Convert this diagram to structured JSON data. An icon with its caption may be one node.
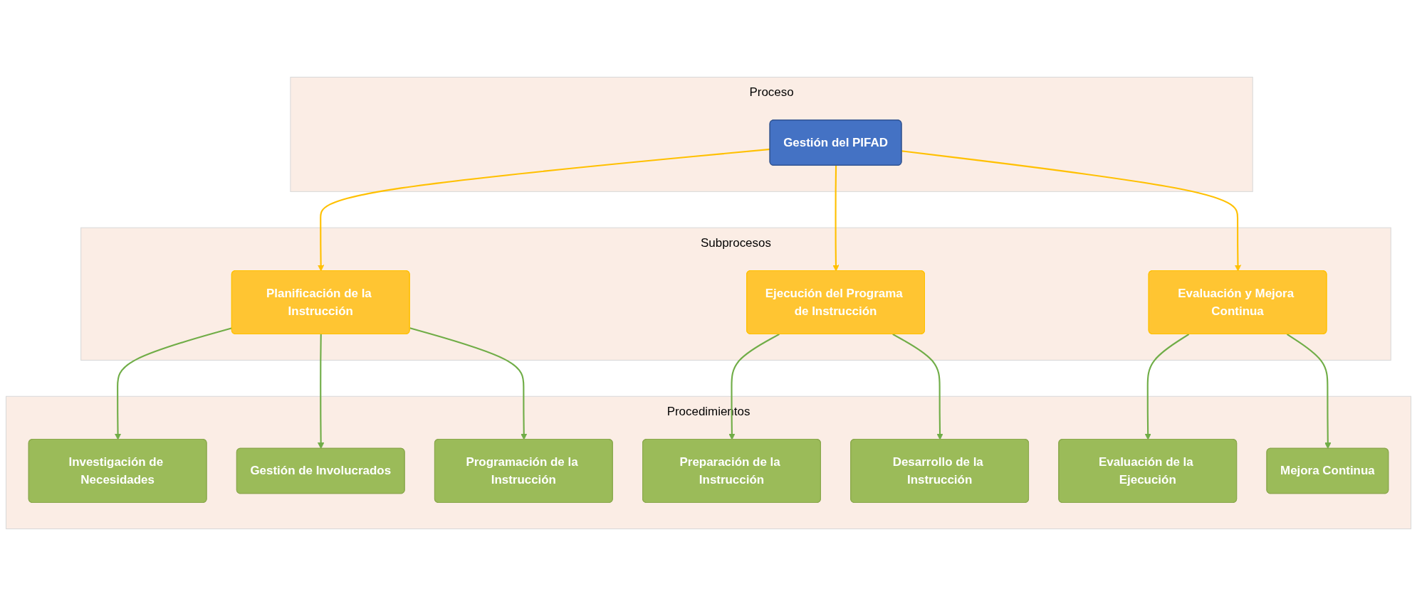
{
  "diagram": {
    "nodes": [
      {
        "text": [
          "Proceso"
        ]
      },
      {
        "text": [
          "Gestión del PIFAD"
        ],
        "in": 0
      },
      {
        "text": [
          "Subprocesos"
        ]
      },
      {
        "text": [
          "Planificación de la Instrucción"
        ],
        "in": 2
      },
      {
        "text": [
          "Ejecución del Programa de Instrucción"
        ],
        "in": 2
      },
      {
        "text": [
          "Evaluación y Mejora Continua"
        ],
        "in": 2
      },
      {
        "text": [
          "Procedimientos"
        ]
      },
      {
        "text": [
          "Investigación de Necesidades"
        ],
        "in": 6
      },
      {
        "text": [
          "Gestión de Involucrados"
        ],
        "in": 6
      },
      {
        "text": [
          "Programación de la Instrucción"
        ],
        "in": 6
      },
      {
        "text": [
          "Preparación de la Instrucción"
        ],
        "in": 6
      },
      {
        "text": [
          "Desarrollo de la Instrucción"
        ],
        "in": 6
      },
      {
        "text": [
          "Evaluación de la Ejecución"
        ],
        "in": 6
      },
      {
        "text": [
          "Mejora Continua"
        ],
        "in": 6
      }
    ],
    "edges": [
      {
        "from": 1,
        "to": 3,
        "arrow": "to",
        "color": "#ffc000"
      },
      {
        "from": 1,
        "to": 4,
        "arrow": "to",
        "color": "#ffc000"
      },
      {
        "from": 1,
        "to": 5,
        "arrow": "to",
        "color": "#ffc000"
      },
      {
        "from": 3,
        "to": 7,
        "arrow": "to",
        "color": "#70ad47"
      },
      {
        "from": 3,
        "to": 8,
        "arrow": "to",
        "color": "#70ad47"
      },
      {
        "from": 3,
        "to": 9,
        "arrow": "to",
        "color": "#70ad47"
      },
      {
        "from": 4,
        "to": 10,
        "arrow": "to",
        "color": "#70ad47"
      },
      {
        "from": 4,
        "to": 11,
        "arrow": "to",
        "color": "#70ad47"
      },
      {
        "from": 5,
        "to": 12,
        "arrow": "to",
        "color": "#70ad47"
      },
      {
        "from": 5,
        "to": 13,
        "arrow": "to",
        "color": "#70ad47"
      }
    ]
  }
}
